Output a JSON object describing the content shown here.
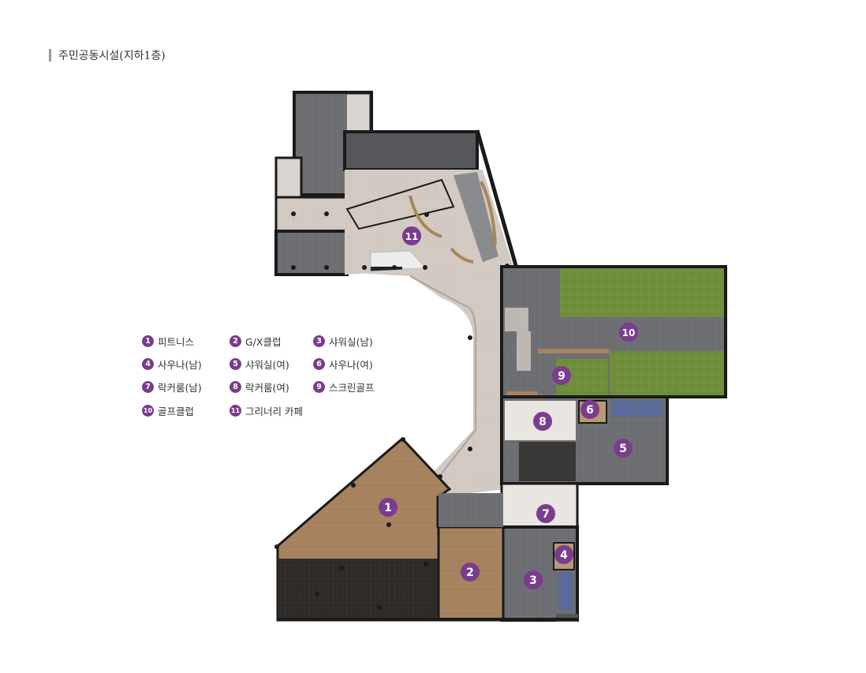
{
  "page": {
    "title": "주민공동시설(지하1층)"
  },
  "legend": [
    {
      "num": "1",
      "label": "피트니스"
    },
    {
      "num": "2",
      "label": "G/X클럽"
    },
    {
      "num": "3",
      "label": "샤워실(남)"
    },
    {
      "num": "4",
      "label": "사우나(남)"
    },
    {
      "num": "5",
      "label": "샤워실(여)"
    },
    {
      "num": "6",
      "label": "사우나(여)"
    },
    {
      "num": "7",
      "label": "락커룸(남)"
    },
    {
      "num": "8",
      "label": "락커룸(여)"
    },
    {
      "num": "9",
      "label": "스크린골프"
    },
    {
      "num": "10",
      "label": "골프클럽"
    },
    {
      "num": "11",
      "label": "그리너리 카페"
    }
  ],
  "plan_markers": [
    "1",
    "2",
    "3",
    "4",
    "5",
    "6",
    "7",
    "8",
    "9",
    "10",
    "11"
  ],
  "colors": {
    "accent": "#7b3b8e",
    "wall": "#1a1a1a",
    "tile_gray": "#6e6f72",
    "floor_beige": "#cfc6bd",
    "wood": "#a8835f",
    "turf_green": "#6f8f3e",
    "dark_mat": "#2d2a28",
    "water_blue": "#5a6a9a"
  }
}
